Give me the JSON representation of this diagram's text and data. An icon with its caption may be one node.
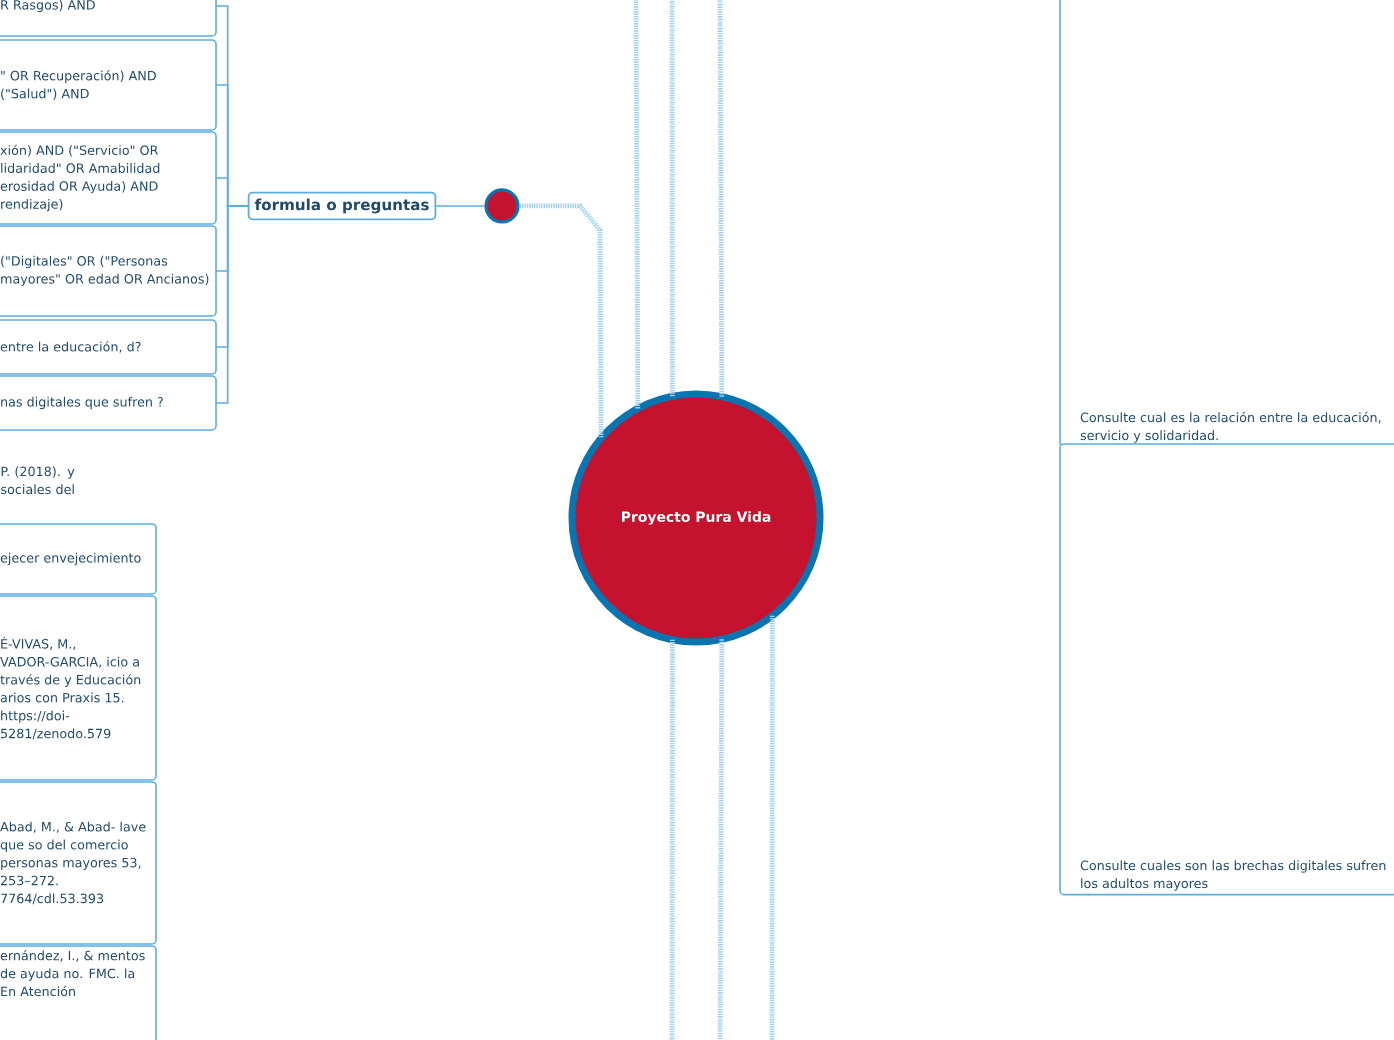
{
  "diagram": {
    "nodes": [
      {
        "text": [
          "Proyecto Pura Vida"
        ]
      },
      {
        "text": [],
        "shape": "circle"
      },
      {
        "text": [
          "formula o preguntas"
        ]
      },
      {
        "text": [
          "R Rasgos) AND"
        ]
      },
      {
        "text": [
          "\" OR Recuperación) AND (\"Salud\") AND"
        ]
      },
      {
        "text": [
          "xión) AND (\"Servicio\" OR lidaridad\" OR Amabilidad erosidad OR Ayuda) AND rendizaje)"
        ]
      },
      {
        "text": [
          "(\"Digitales\" OR (\"Personas mayores\" OR edad OR Ancianos)"
        ]
      },
      {
        "text": [
          "entre la educación, d?"
        ]
      },
      {
        "text": [
          "nas digitales que sufren ?"
        ]
      },
      {
        "text": [
          "ejecer envejecimiento"
        ]
      },
      {
        "text": [
          "É-VIVAS, M., VADOR-GARCIA, icio a través de y Educación arios con Praxis 15. https://doi- 5281/zenodo.579"
        ]
      },
      {
        "text": [
          "Abad, M., & Abad- lave que so del comercio personas mayores 53, 253–272. 7764/cdl.53.393"
        ]
      },
      {
        "text": [
          "ernández, I., & mentos de ayuda no. FMC. la En Atención"
        ]
      },
      {
        "text": [
          "Consulte cual es la relación entre la educación, servicio y solidaridad."
        ]
      },
      {
        "text": [
          "Consulte cuales son las brechas digitales sufren los adultos mayores"
        ]
      }
    ],
    "edges": [
      {
        "from": 1,
        "to": 0,
        "arrow": "none",
        "style": "dashed"
      },
      {
        "from": 2,
        "to": 1,
        "arrow": "none"
      },
      {
        "from": 2,
        "to": 3,
        "arrow": "none"
      },
      {
        "from": 2,
        "to": 4,
        "arrow": "none"
      },
      {
        "from": 2,
        "to": 5,
        "arrow": "none"
      },
      {
        "from": 2,
        "to": 6,
        "arrow": "none"
      },
      {
        "from": 2,
        "to": 7,
        "arrow": "none"
      },
      {
        "from": 2,
        "to": 8,
        "arrow": "none"
      },
      {
        "from": 0,
        "to": null,
        "arrow": "none",
        "style": "dashed"
      },
      {
        "from": 0,
        "to": null,
        "arrow": "none",
        "style": "dashed"
      },
      {
        "from": 0,
        "to": null,
        "arrow": "none",
        "style": "dashed"
      },
      {
        "from": 0,
        "to": null,
        "arrow": "none",
        "style": "dashed"
      },
      {
        "from": 0,
        "to": null,
        "arrow": "none",
        "style": "dashed"
      },
      {
        "from": 0,
        "to": null,
        "arrow": "none",
        "style": "dashed"
      }
    ],
    "labels": [
      "P. (2018). y sociales del"
    ]
  }
}
